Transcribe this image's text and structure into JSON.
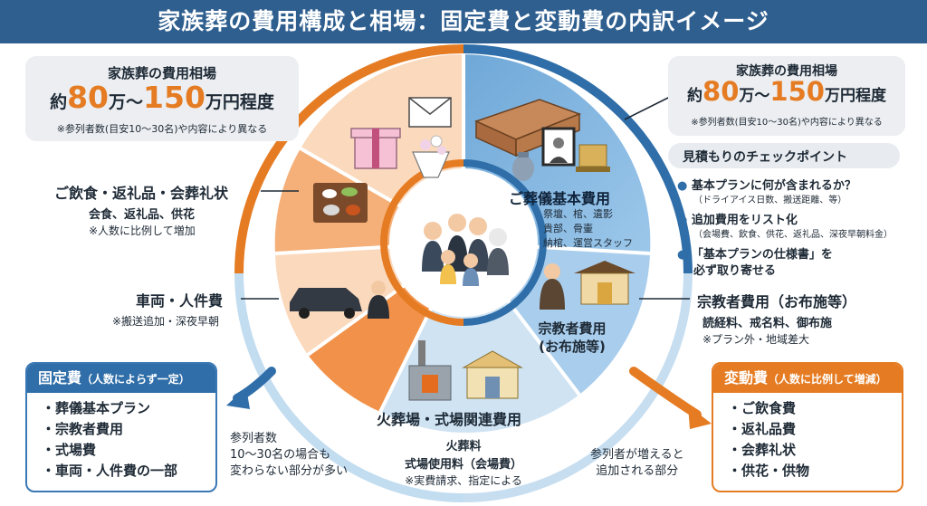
{
  "title": "家族葬の費用構成と相場：固定費と変動費の内訳イメージ",
  "market_price": {
    "heading": "家族葬の費用相場",
    "prefix": "約",
    "low": "80",
    "mid": "万〜",
    "high": "150",
    "suffix": "万円程度",
    "note": "※参列者数(目安10〜30名)や内容により異なる"
  },
  "segments": {
    "food": {
      "label": "ご飲食・返礼品・会葬礼状",
      "detail": "会食、返礼品、供花",
      "note": "※人数に比例して増加"
    },
    "vehicle": {
      "label": "車両・人件費",
      "note": "※搬送追加・深夜早朝"
    },
    "basic": {
      "label": "ご葬儀基本費用",
      "line1": "祭壇、棺、遺影",
      "line2": "貴部、骨壷",
      "line3": "納棺、運営スタッフ"
    },
    "religious": {
      "label_line1": "宗教者費用",
      "label_line2": "(お布施等)"
    },
    "crematorium": {
      "label": "火葬場・式場関連費用"
    }
  },
  "religious_callout": {
    "label": "宗教者費用（お布施等）",
    "detail": "読経料、戒名料、御布施",
    "note": "※プラン外・地域差大"
  },
  "crematorium_callout": {
    "line1": "火葬料",
    "line2": "式場使用料（会場費）",
    "note": "※実費請求、指定による"
  },
  "checklist": {
    "heading": "見積もりのチェックポイント",
    "items": [
      {
        "main": "基本プランに何が含まれるか？",
        "sub": "（ドライアイス日数、搬送距離、等）"
      },
      {
        "main": "追加費用をリスト化",
        "sub": "（会場費、飲食、供花、返礼品、深夜早朝料金）"
      },
      {
        "main": "「基本プランの仕様書」を",
        "sub": "必ず取り寄せる"
      }
    ]
  },
  "fixed_cost": {
    "heading": "固定費",
    "heading_sub": "（人数によらず一定）",
    "items": [
      "・葬儀基本プラン",
      "・宗教者費用",
      "・式場費",
      "・車両・人件費の一部"
    ],
    "note_lines": [
      "参列者数",
      "10〜30名の場合も",
      "変わらない部分が多い"
    ]
  },
  "variable_cost": {
    "heading": "変動費",
    "heading_sub": "（人数に比例して増減）",
    "items": [
      "・ご飲食費",
      "・返礼品費",
      "・会葬礼状",
      "・供花・供物"
    ],
    "note_lines": [
      "参列者が増えると",
      "追加される部分"
    ]
  },
  "colors": {
    "header": "#2f5f8f",
    "orange": "#e57c23",
    "orange_light": "#f5b07a",
    "blue": "#2f6ea8",
    "blue_light": "#8fbfe3",
    "blue_pale": "#b9d6ee"
  }
}
